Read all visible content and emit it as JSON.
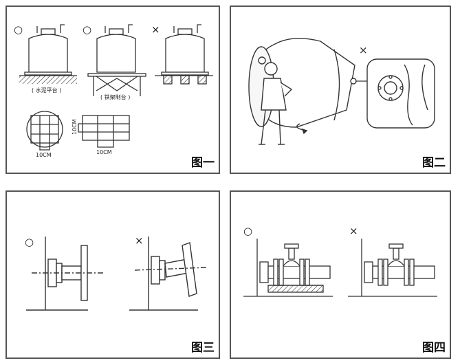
{
  "figure1": {
    "caption": "图一",
    "ok_mark_1": "○",
    "ok_mark_2": "○",
    "bad_mark": "×",
    "label_cement": "( 水泥平台 )",
    "label_iron": "( 铁架制台 )",
    "dim_a": "10CM",
    "dim_b": "10CM",
    "dim_c": "10CM"
  },
  "figure2": {
    "caption": "图二",
    "bad_mark": "×"
  },
  "figure3": {
    "caption": "图三",
    "ok_mark": "○",
    "bad_mark": "×"
  },
  "figure4": {
    "caption": "图四",
    "ok_mark": "○",
    "bad_mark": "×"
  }
}
